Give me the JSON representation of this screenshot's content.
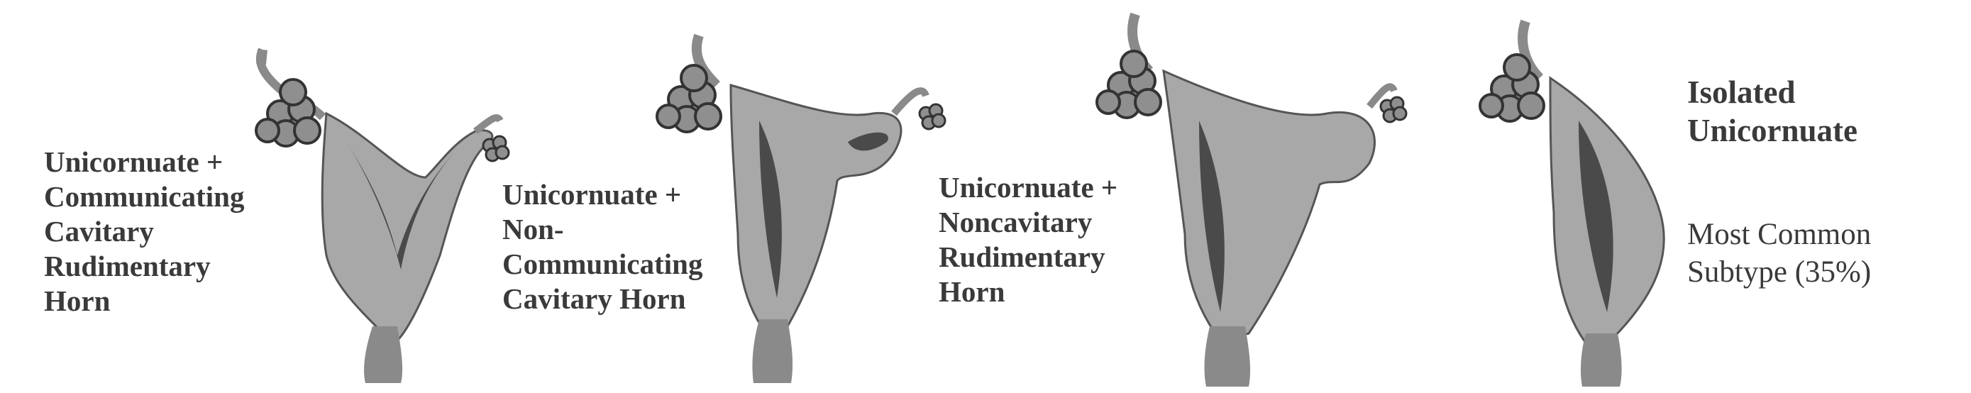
{
  "diagram": {
    "labels": {
      "communicating": [
        "Unicornuate +",
        "Communicating",
        "Cavitary",
        "Rudimentary",
        "Horn"
      ],
      "noncommunicating": [
        "Unicornuate +",
        "Non-",
        "Communicating",
        "Cavitary Horn"
      ],
      "noncavitary": [
        "Unicornuate +",
        "Noncavitary",
        "Rudimentary",
        "Horn"
      ],
      "isolated": [
        "Isolated",
        "Unicornuate"
      ],
      "isolated_note": [
        "Most Common",
        "Subtype (35%)"
      ]
    },
    "colors": {
      "uterus": "#a8a8a8",
      "cavity": "#4a4a4a",
      "ovary": "#8f8f8f",
      "outline": "#333333",
      "text": "#3a3a3a"
    }
  }
}
